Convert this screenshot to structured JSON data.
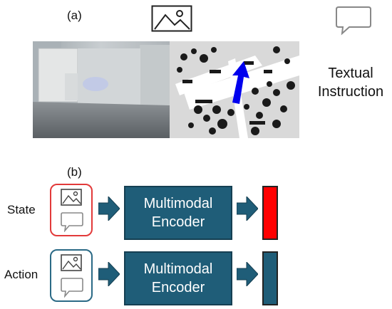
{
  "panel_a": {
    "label": "(a)",
    "textual_instruction": "Textual\nInstruction",
    "icons": [
      "image-icon",
      "speech-bubble-icon"
    ]
  },
  "panel_b": {
    "label": "(b)",
    "rows": [
      {
        "label": "State",
        "encoder_label": "Multimodal\nEncoder",
        "outline_color": "#e23a3a",
        "output_color": "#ff0000"
      },
      {
        "label": "Action",
        "encoder_label": "Multimodal\nEncoder",
        "outline_color": "#2b6a86",
        "output_color": "#1f5d78"
      }
    ]
  },
  "colors": {
    "encoder_fill": "#1f5d78",
    "arrow_fill": "#1f5d78",
    "arrow_direction": "#0000ee"
  }
}
